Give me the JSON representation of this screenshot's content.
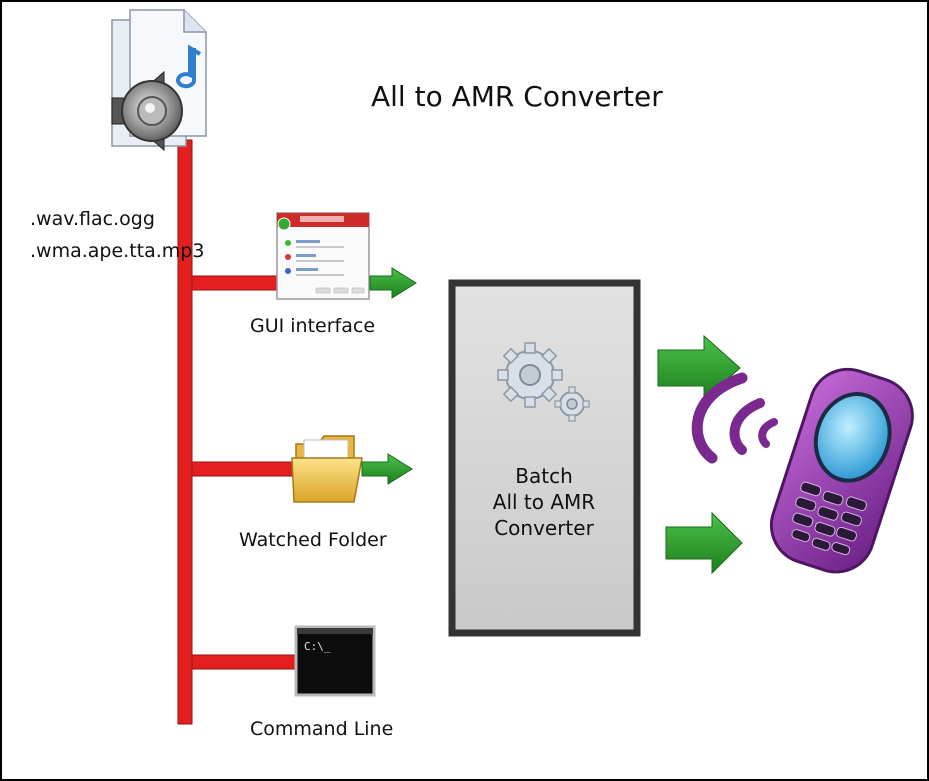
{
  "title": "All to AMR Converter",
  "input_formats": [
    ".wav.flac.ogg",
    ".wma.ape.tta.mp3"
  ],
  "inputs": [
    {
      "label": "GUI interface",
      "icon": "app-window-icon"
    },
    {
      "label": "Watched Folder",
      "icon": "folder-icon"
    },
    {
      "label": "Command Line",
      "icon": "terminal-icon"
    }
  ],
  "terminal_prompt": "C:\\_",
  "converter_box": {
    "lines": [
      "Batch",
      "All to AMR",
      "Converter"
    ],
    "icon": "gears-icon"
  },
  "output_device": "mobile-phone-icon",
  "source_icon": "audio-file-icon",
  "colors": {
    "trunk": "#e41f1f",
    "arrow": "#2fa12f",
    "box_border": "#3a3a3a",
    "box_fill": "#d9d9d9",
    "phone": "#8a3aa8",
    "waves": "#7a2a8f"
  }
}
